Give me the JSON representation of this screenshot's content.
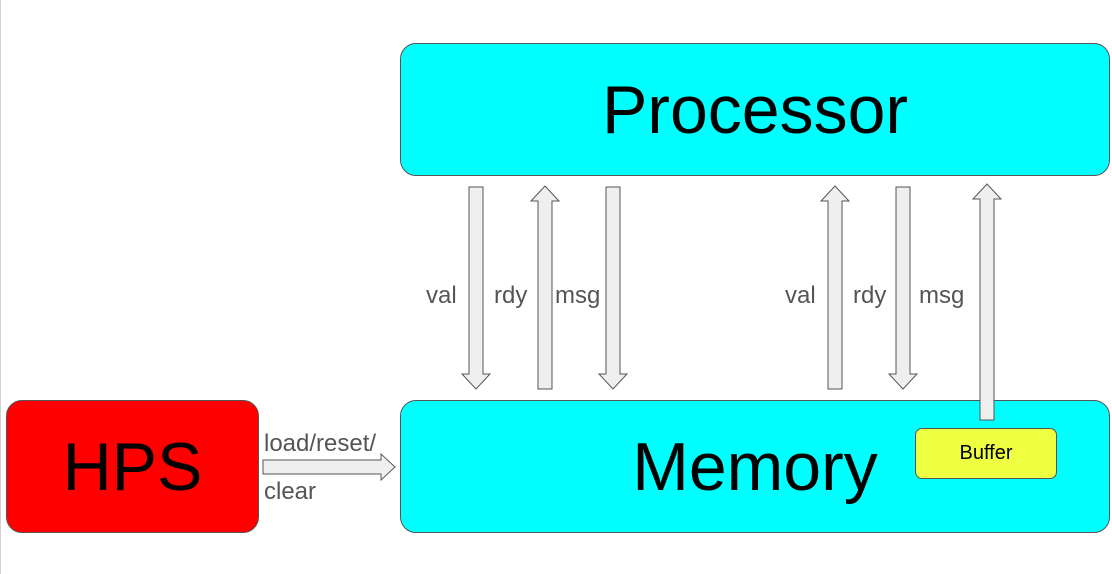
{
  "colors": {
    "processor_fill": "#00ffff",
    "memory_fill": "#00ffff",
    "hps_fill": "#ff0000",
    "buffer_fill": "#eeff41",
    "arrow_fill": "#efefef",
    "arrow_stroke": "#555555"
  },
  "processor": {
    "label": "Processor"
  },
  "memory": {
    "label": "Memory"
  },
  "hps": {
    "label": "HPS"
  },
  "buffer": {
    "label": "Buffer"
  },
  "hps_link": {
    "label_top": "load/reset/",
    "label_bottom": "clear"
  },
  "left_channel": {
    "val": "val",
    "rdy": "rdy",
    "msg": "msg"
  },
  "right_channel": {
    "val": "val",
    "rdy": "rdy",
    "msg": "msg"
  }
}
